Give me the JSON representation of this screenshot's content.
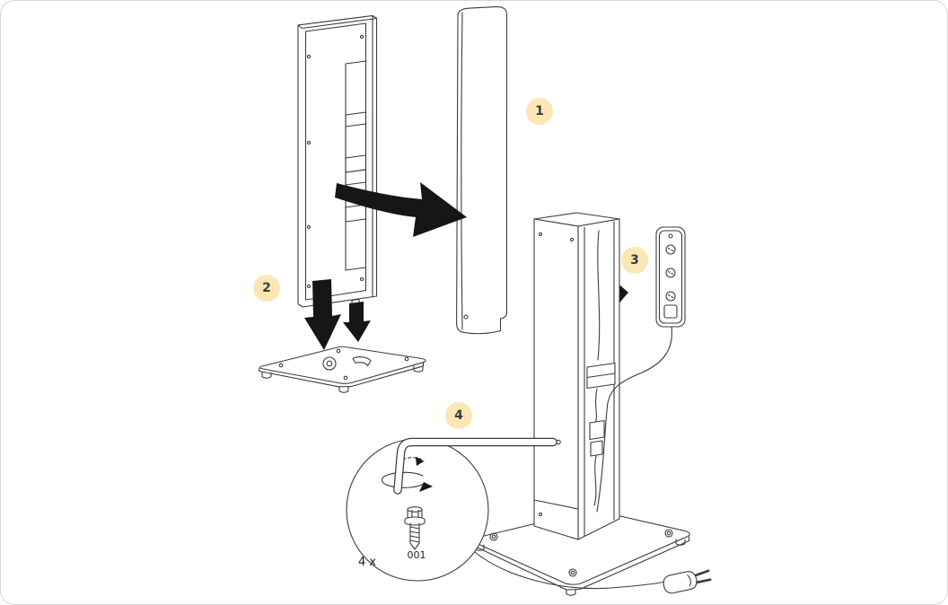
{
  "diagram": {
    "type": "furniture-assembly-instructions",
    "steps": {
      "step1": "1",
      "step2": "2",
      "step3": "3",
      "step4": "4"
    },
    "detail_labels": {
      "quantity": "4 x",
      "part_number": "001"
    },
    "colors": {
      "badge_background": "#fbe7b4",
      "line": "#3c3c3c",
      "arrow": "#161616"
    }
  }
}
